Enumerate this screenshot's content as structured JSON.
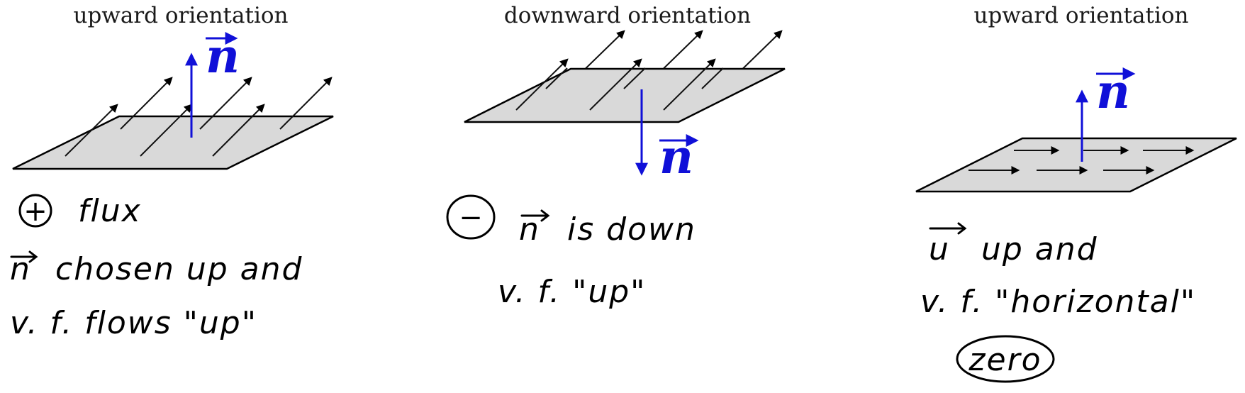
{
  "panels": [
    {
      "title": "upward orientation",
      "normal_label": "n",
      "notes": [
        "flux",
        "chosen up and",
        "v. f. flows \"up\""
      ],
      "badge": "+"
    },
    {
      "title": "downward orientation",
      "normal_label": "n",
      "notes": [
        "is down",
        "v. f. \"up\""
      ],
      "badge": "−"
    },
    {
      "title": "upward orientation",
      "normal_label": "n",
      "notes": [
        "up and",
        "v. f. \"horizontal\"",
        "zero"
      ]
    }
  ],
  "colors": {
    "normal_vector": "#1010d8",
    "surface": "#d9d9d9",
    "ink": "#000000"
  },
  "icons": {
    "vector_arrow": "arrow-glyph"
  }
}
